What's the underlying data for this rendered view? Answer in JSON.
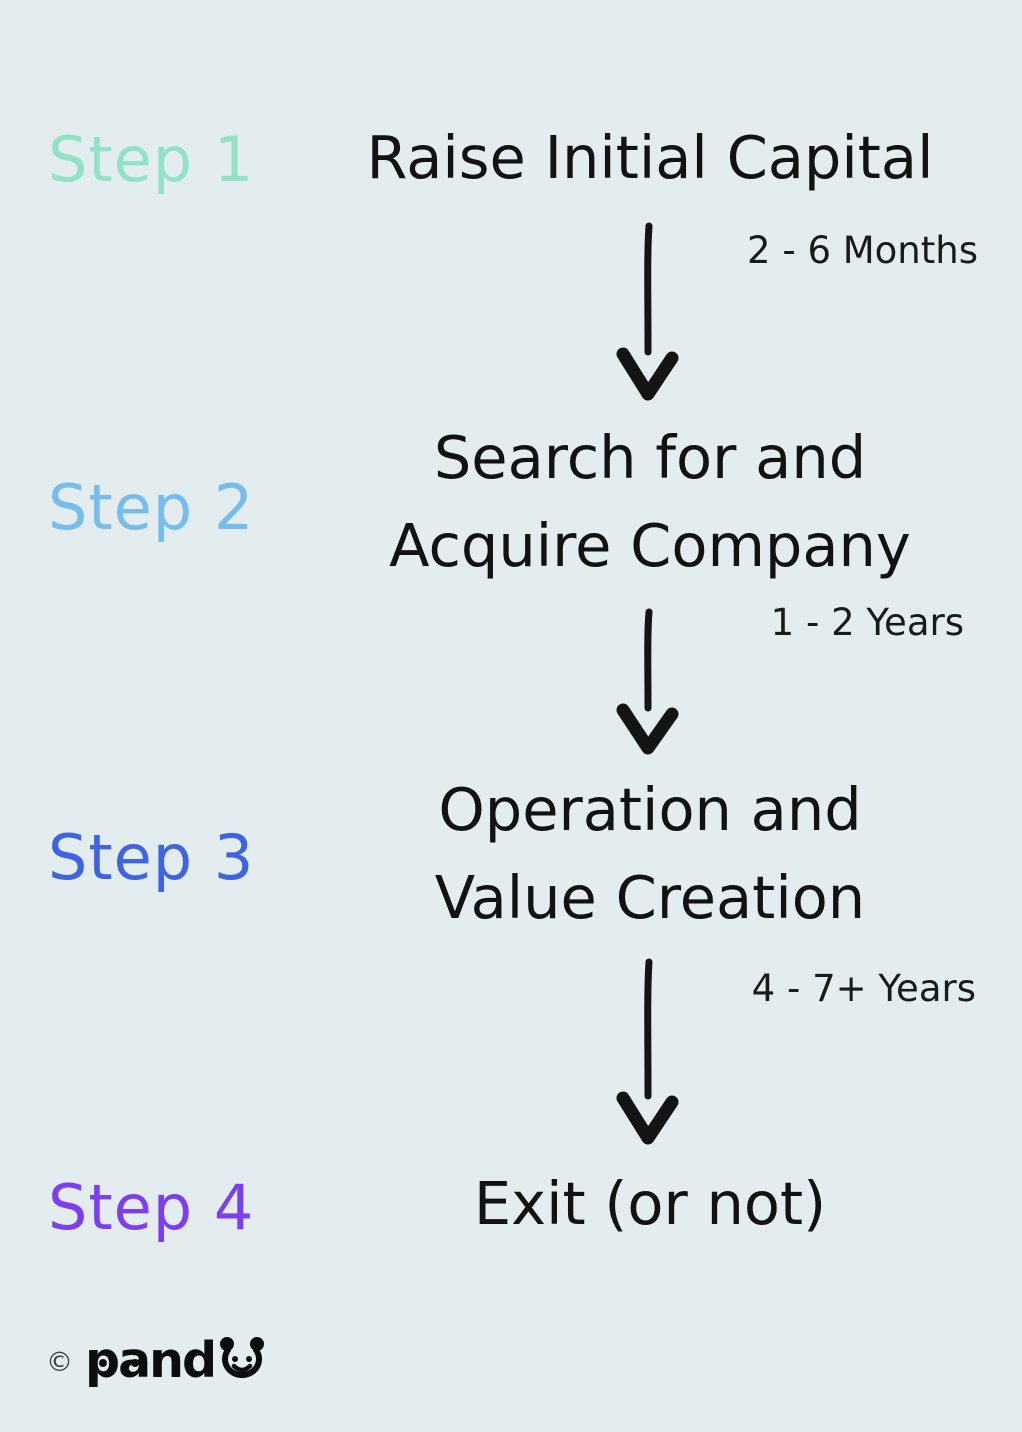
{
  "page": {
    "background_color": "#e3edf0",
    "title_text_color": "#121212",
    "arrow_color": "#141414"
  },
  "steps": [
    {
      "label": "Step 1",
      "label_color": "#93e2c6",
      "title_lines": [
        "Raise Initial Capital"
      ],
      "duration": "2 - 6 Months"
    },
    {
      "label": "Step 2",
      "label_color": "#77bdec",
      "title_lines": [
        "Search for and",
        "Acquire Company"
      ],
      "duration": "1 - 2 Years"
    },
    {
      "label": "Step 3",
      "label_color": "#3e63e3",
      "title_lines": [
        "Operation and",
        "Value Creation"
      ],
      "duration": "4 - 7+ Years"
    },
    {
      "label": "Step 4",
      "label_color": "#7c3eee",
      "title_lines": [
        "Exit (or not)"
      ]
    }
  ],
  "footer": {
    "copyright_symbol": "©",
    "brand_text": "pand",
    "brand_icon": "panda-face-icon"
  }
}
